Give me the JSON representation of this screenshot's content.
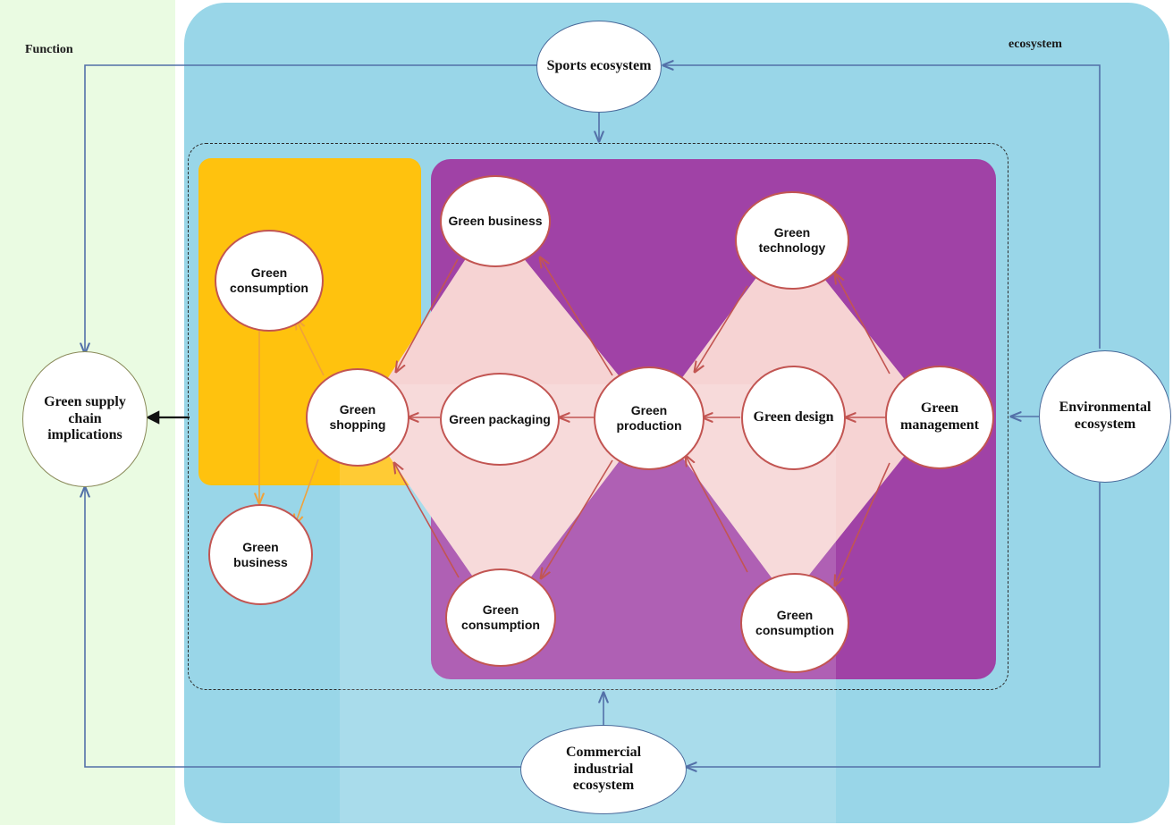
{
  "labels": {
    "function": "Function",
    "ecosystem": "ecosystem"
  },
  "nodes": {
    "sports_ecosystem": "Sports ecosystem",
    "environmental_ecosystem": "Environmental ecosystem",
    "commercial_industrial_ecosystem": "Commercial industrial ecosystem",
    "green_supply_chain_implications": "Green supply chain implications",
    "green_consumption_left": "Green consumption",
    "green_shopping": "Green shopping",
    "green_business_left": "Green business",
    "green_business_top": "Green business",
    "green_packaging": "Green packaging",
    "green_consumption_bottom": "Green consumption",
    "green_production": "Green production",
    "green_technology": "Green technology",
    "green_design": "Green design",
    "green_management": "Green management",
    "green_consumption_right": "Green consumption"
  },
  "colors": {
    "function_background": "#eafbe2",
    "ecosystem_background": "#99d6e8",
    "shopping_zone": "#ffc20e",
    "production_zone": "#a042a6",
    "diamond_fill": "#f6d3d3",
    "red_arrow": "#c25552",
    "orange_arrow": "#f0a23a",
    "blue_arrow": "#5370a8"
  }
}
